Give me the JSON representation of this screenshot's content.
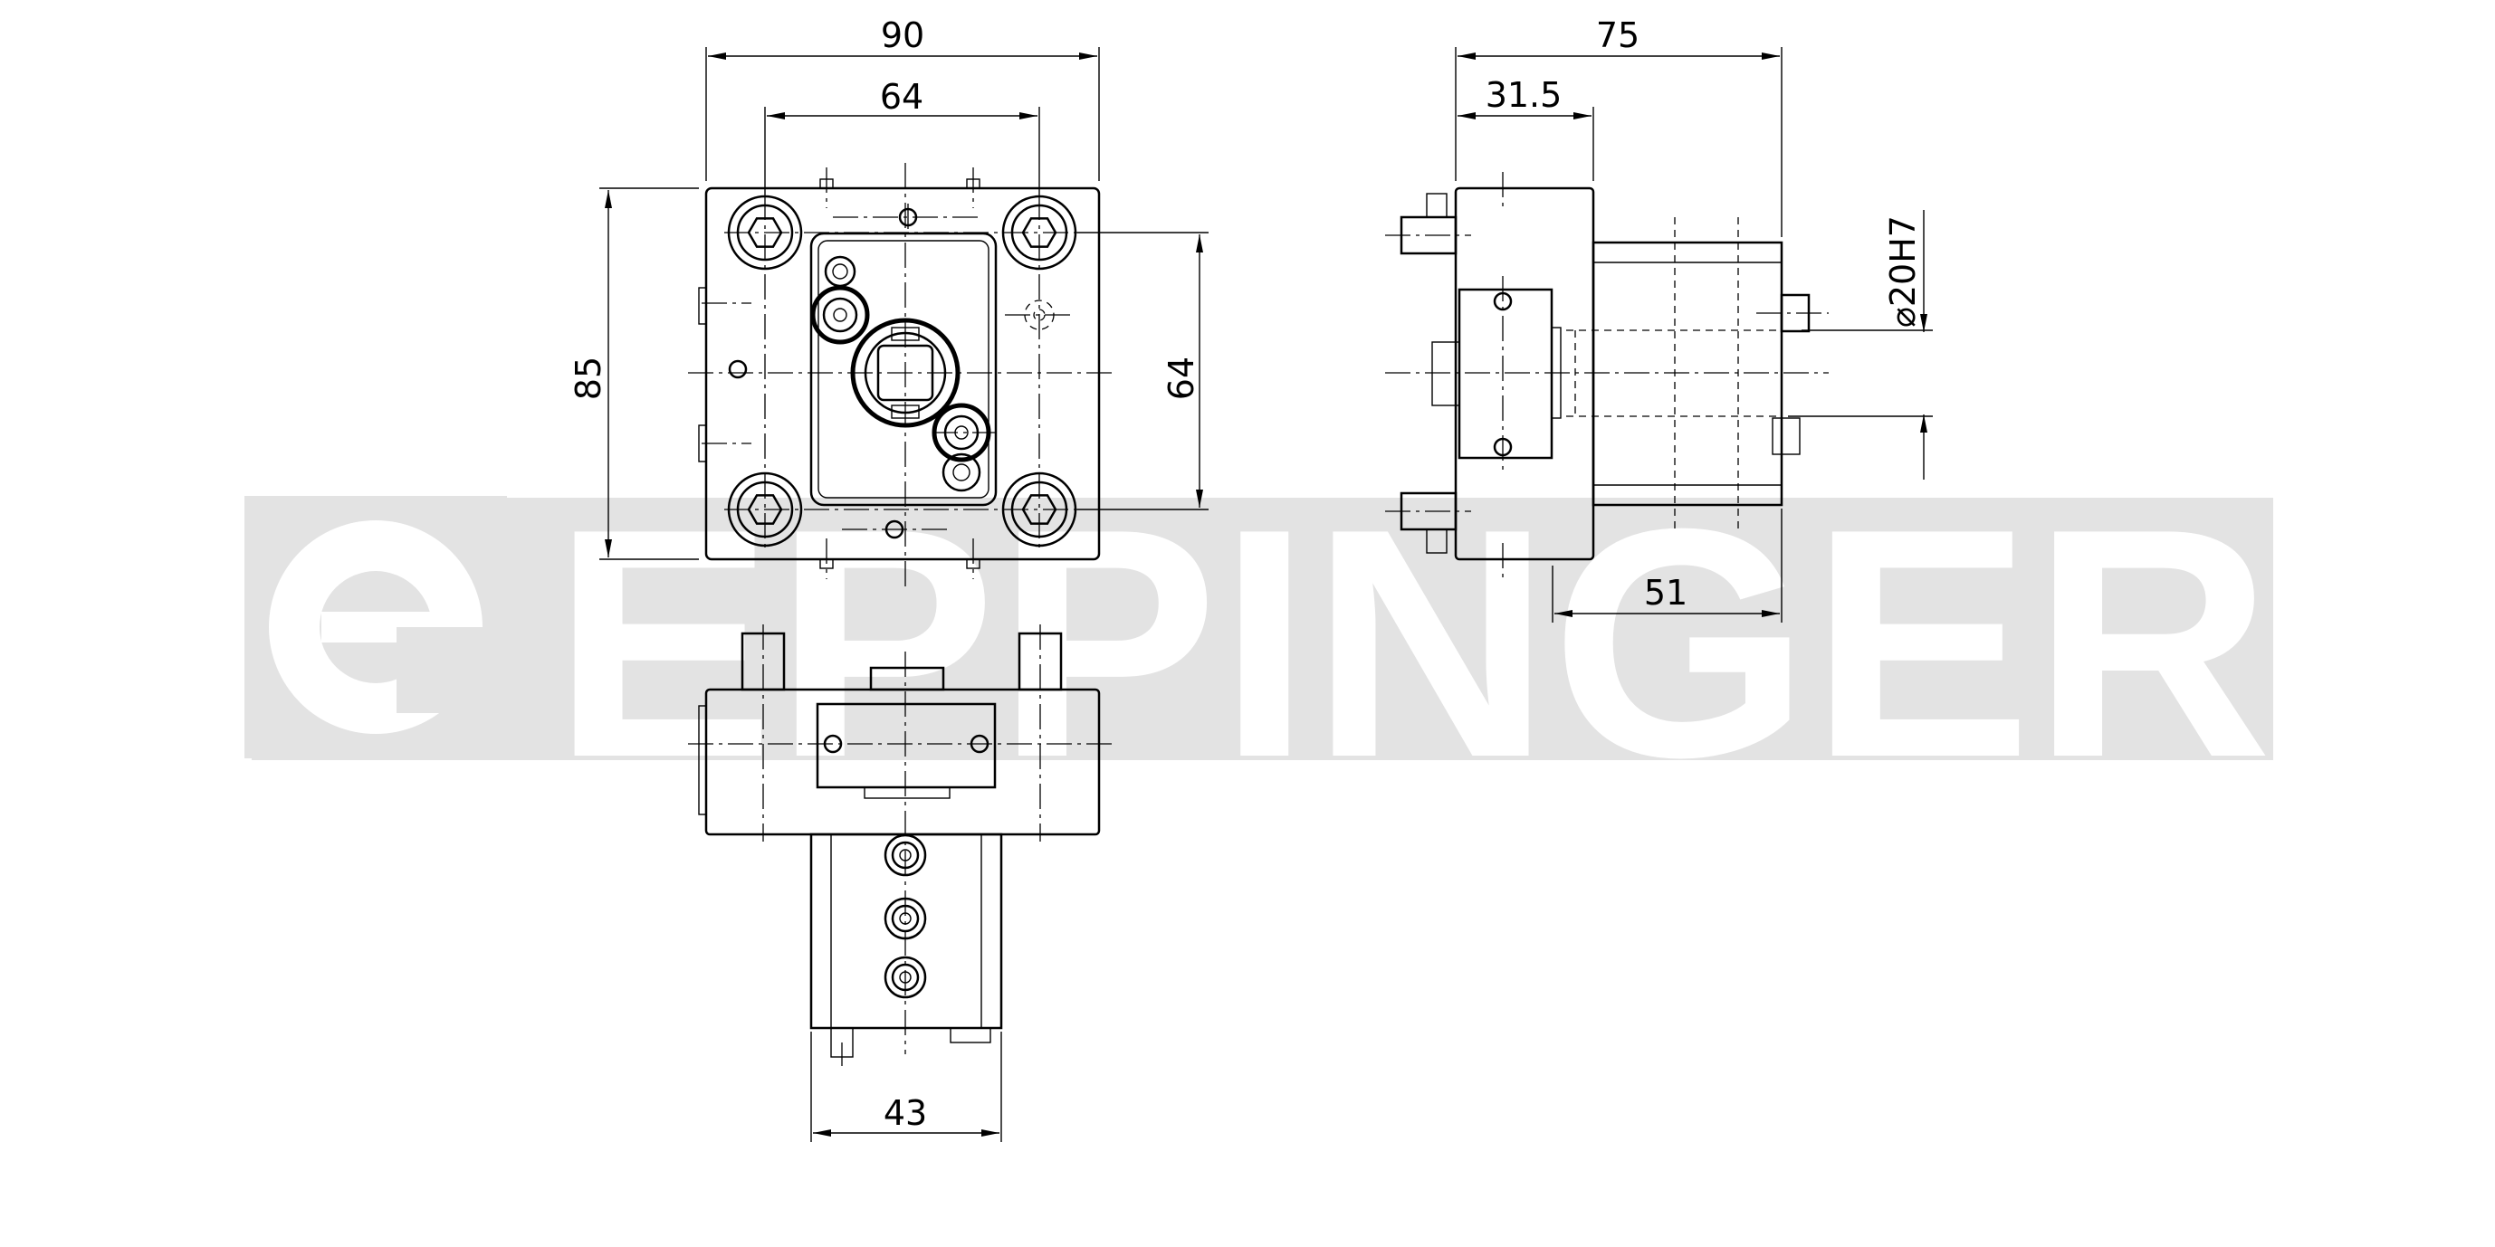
{
  "watermark": {
    "brand": "EPPINGER"
  },
  "dimensions": {
    "front_width": "90",
    "front_bolt_spacing": "64",
    "front_height": "85",
    "front_bolt_spacing_vertical": "64",
    "side_length": "75",
    "side_flange": "31.5",
    "side_bore": "⌀20H7",
    "side_shank": "51",
    "top_shank_width": "43"
  }
}
